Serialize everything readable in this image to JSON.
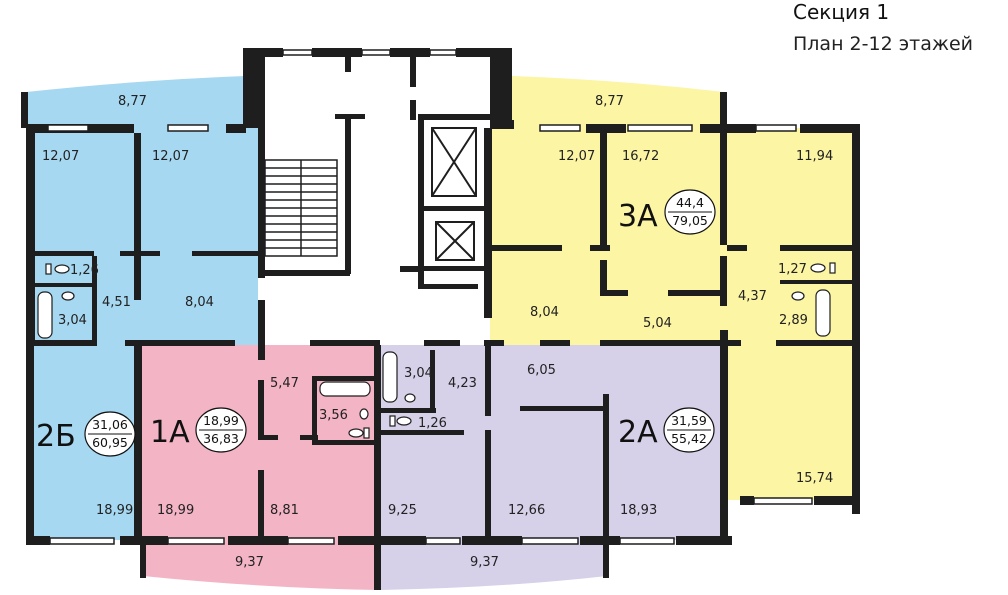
{
  "header": {
    "title": "Секция 1",
    "subtitle": "План 2-12 этажей"
  },
  "colors": {
    "blue": "#a7d8f1",
    "pink": "#f3b4c6",
    "yellow": "#fbf5a4",
    "lavender": "#d6d0e8",
    "wall": "#1e1e1e",
    "window": "#ffffff"
  },
  "apartments": [
    {
      "code": "2Б",
      "living": "31,06",
      "total": "60,95"
    },
    {
      "code": "1А",
      "living": "18,99",
      "total": "36,83"
    },
    {
      "code": "3А",
      "living": "44,4",
      "total": "79,05"
    },
    {
      "code": "2А",
      "living": "31,59",
      "total": "55,42"
    }
  ],
  "rooms": [
    "8,77",
    "12,07",
    "12,07",
    "1,26",
    "4,51",
    "8,04",
    "3,04",
    "18,99",
    "18,99",
    "5,47",
    "3,56",
    "8,81",
    "9,37",
    "8,77",
    "12,07",
    "16,72",
    "11,94",
    "1,27",
    "4,37",
    "2,89",
    "8,04",
    "5,04",
    "15,74",
    "3,04",
    "4,23",
    "6,05",
    "1,26",
    "9,25",
    "12,66",
    "18,93",
    "9,37"
  ]
}
